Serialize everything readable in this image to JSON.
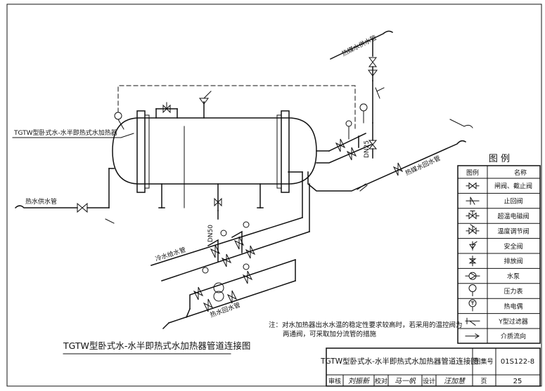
{
  "heater_label": "TGTW型卧式水-水半即热式水加热器",
  "pipes": {
    "heat_supply": "热媒水供水管",
    "heat_return": "热媒水回水管",
    "cold_water": "热水供水管",
    "hot_supply": "冷水给水管",
    "hot_return": "热水回水管"
  },
  "dn_labels": {
    "dn50": "DN50",
    "dn25": "DN25"
  },
  "legend": {
    "title": "图 例",
    "col_symbol": "图例",
    "col_name": "名称",
    "items": [
      {
        "icon": "gate-valve-icon",
        "name": "闸阀、截止阀"
      },
      {
        "icon": "check-valve-icon",
        "name": "止回阀"
      },
      {
        "icon": "solenoid-valve-icon",
        "name": "超温电磁阀"
      },
      {
        "icon": "temperature-control-valve-icon",
        "name": "温度调节阀"
      },
      {
        "icon": "safety-valve-icon",
        "name": "安全阀"
      },
      {
        "icon": "drain-valve-icon",
        "name": "排放阀"
      },
      {
        "icon": "pump-icon",
        "name": "水泵"
      },
      {
        "icon": "pressure-gauge-icon",
        "name": "压力表"
      },
      {
        "icon": "thermocouple-icon",
        "name": "热电偶"
      },
      {
        "icon": "y-strainer-icon",
        "name": "Y型过滤器"
      },
      {
        "icon": "flow-direction-icon",
        "name": "介质流向"
      }
    ]
  },
  "note": {
    "line1": "注：对水加热器出水水温的稳定性要求较高时，若采用的温控阀为",
    "line2": "两通阀，可采取加分流管的措施"
  },
  "caption": "TGTW型卧式水-水半即热式水加热器管道连接图",
  "title_block": {
    "title": "TGTW型卧式水-水半即热式水加热器管道连接图",
    "atlas_label": "图集号",
    "atlas_no": "01S122-8",
    "review_label": "审核",
    "review_sig": "刘振新",
    "check_label": "校对",
    "check_sig": "马一帆",
    "design_label": "设计",
    "design_sig": "汪加慧",
    "page_label": "页",
    "page_no": "25"
  }
}
